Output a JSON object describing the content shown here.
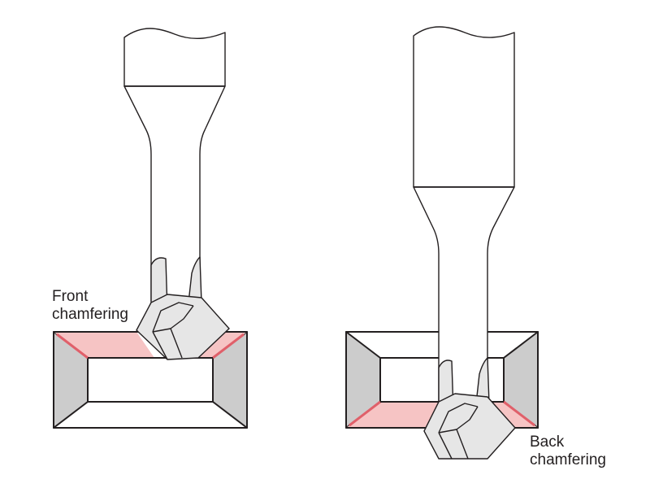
{
  "labels": {
    "front": {
      "line1": "Front",
      "line2": "chamfering"
    },
    "back": {
      "line1": "Back",
      "line2": "chamfering"
    }
  },
  "colors": {
    "outline": "#231f20",
    "tool_fill": "#ffffff",
    "insert_fill": "#e6e6e6",
    "wall_fill": "#cccccc",
    "chamfer_fill": "#f6c4c4",
    "chamfer_edge": "#e0606a"
  },
  "icons": {
    "front_tool": "end-mill-front-chamfer",
    "back_tool": "end-mill-back-chamfer",
    "front_workpiece": "workpiece-hole-front",
    "back_workpiece": "workpiece-hole-back"
  }
}
